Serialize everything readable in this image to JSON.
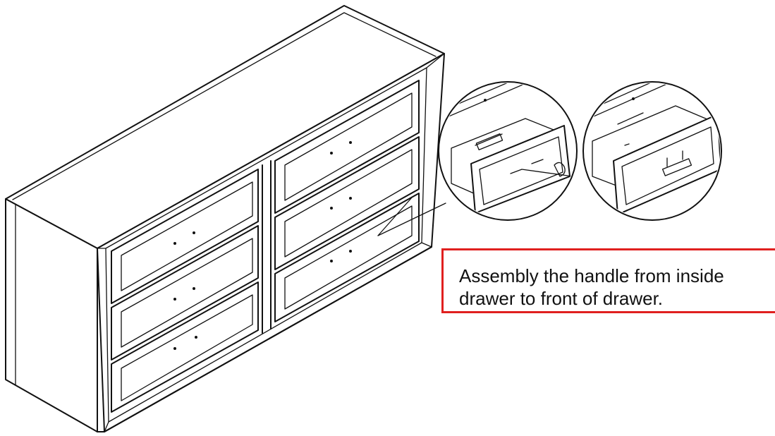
{
  "instruction": {
    "line1": "Assembly the handle from inside",
    "line2": "drawer to front of drawer.",
    "border_color": "#e0201f"
  },
  "figure": {
    "subject": "six-drawer dresser",
    "detail_views": 2
  }
}
